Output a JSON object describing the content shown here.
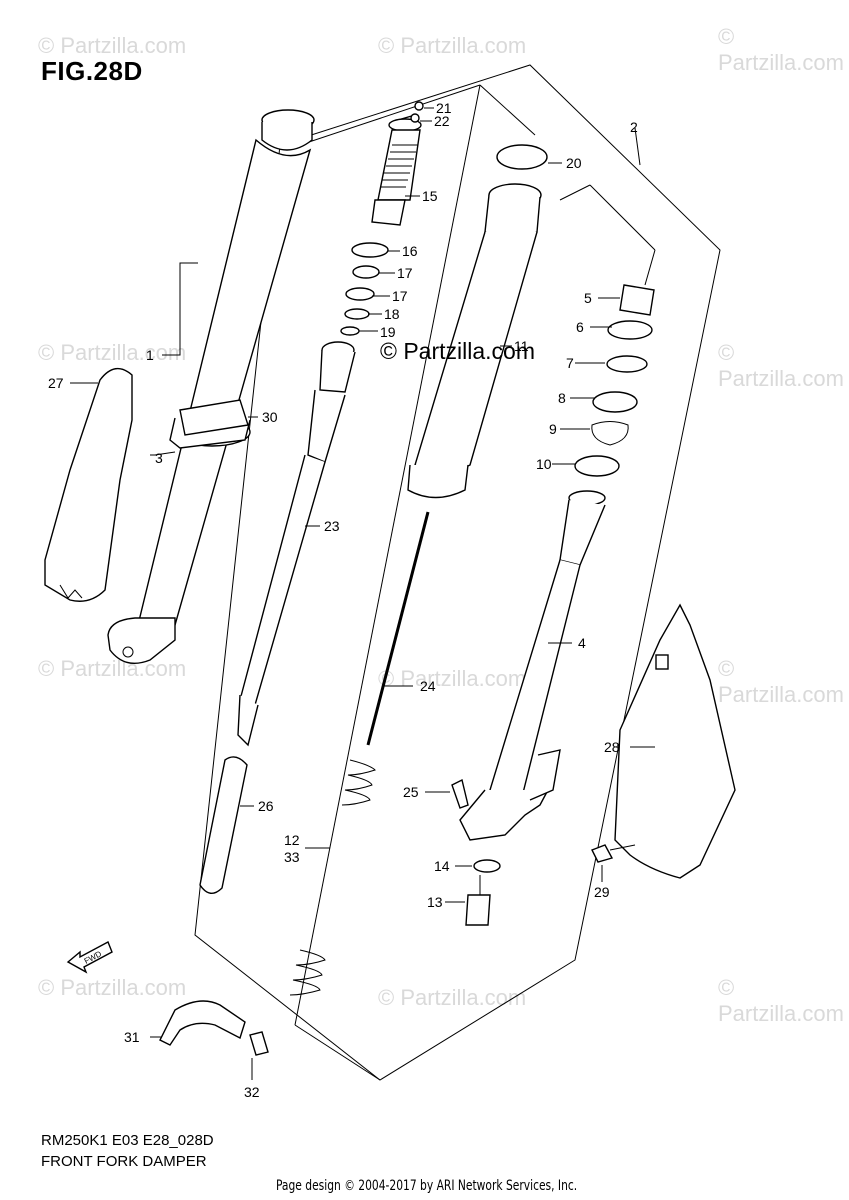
{
  "figure": {
    "title": "FIG.28D",
    "code": "RM250K1 E03 E28_028D",
    "name": "FRONT FORK DAMPER"
  },
  "watermark": {
    "text": "© Partzilla.com",
    "center_text": "© Partzilla.com"
  },
  "footer": {
    "copyright": "Page design © 2004-2017 by ARI Network Services, Inc."
  },
  "fwd_label": "FWD",
  "parts": [
    {
      "id": "1",
      "label": "1"
    },
    {
      "id": "2",
      "label": "2"
    },
    {
      "id": "3",
      "label": "3"
    },
    {
      "id": "4",
      "label": "4"
    },
    {
      "id": "5",
      "label": "5"
    },
    {
      "id": "6",
      "label": "6"
    },
    {
      "id": "7",
      "label": "7"
    },
    {
      "id": "8",
      "label": "8"
    },
    {
      "id": "9",
      "label": "9"
    },
    {
      "id": "10",
      "label": "10"
    },
    {
      "id": "11",
      "label": "11"
    },
    {
      "id": "12",
      "label": "12"
    },
    {
      "id": "13",
      "label": "13"
    },
    {
      "id": "14",
      "label": "14"
    },
    {
      "id": "15",
      "label": "15"
    },
    {
      "id": "16",
      "label": "16"
    },
    {
      "id": "17a",
      "label": "17"
    },
    {
      "id": "17b",
      "label": "17"
    },
    {
      "id": "18",
      "label": "18"
    },
    {
      "id": "19",
      "label": "19"
    },
    {
      "id": "20",
      "label": "20"
    },
    {
      "id": "21",
      "label": "21"
    },
    {
      "id": "22",
      "label": "22"
    },
    {
      "id": "23",
      "label": "23"
    },
    {
      "id": "24",
      "label": "24"
    },
    {
      "id": "25",
      "label": "25"
    },
    {
      "id": "26",
      "label": "26"
    },
    {
      "id": "27",
      "label": "27"
    },
    {
      "id": "28",
      "label": "28"
    },
    {
      "id": "29",
      "label": "29"
    },
    {
      "id": "30",
      "label": "30"
    },
    {
      "id": "31",
      "label": "31"
    },
    {
      "id": "32",
      "label": "32"
    },
    {
      "id": "33",
      "label": "33"
    }
  ]
}
